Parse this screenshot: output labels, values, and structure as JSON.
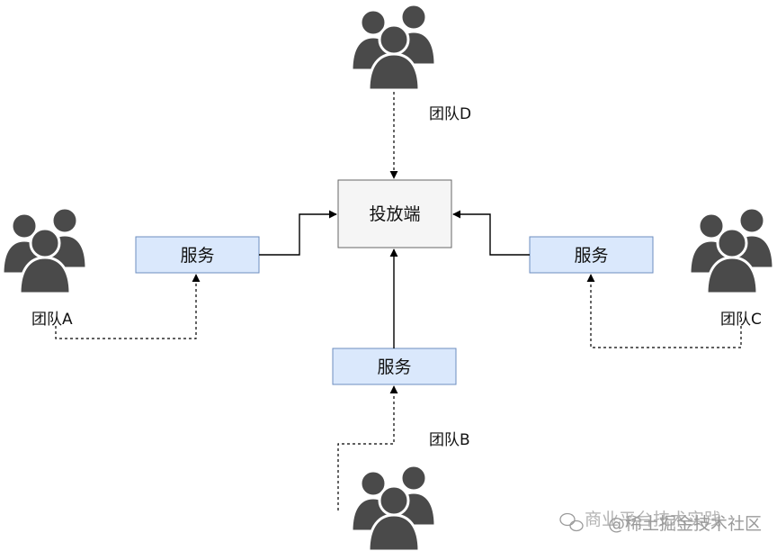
{
  "center": {
    "label": "投放端"
  },
  "services": {
    "left": "服务",
    "bottom": "服务",
    "right": "服务"
  },
  "teams": {
    "a": "团队A",
    "b": "团队B",
    "c": "团队C",
    "d": "团队D"
  },
  "watermark": {
    "icon": "wechat-icon",
    "text_back": "商业平台技术实践",
    "text_front": "@稀土掘金技术社区"
  }
}
